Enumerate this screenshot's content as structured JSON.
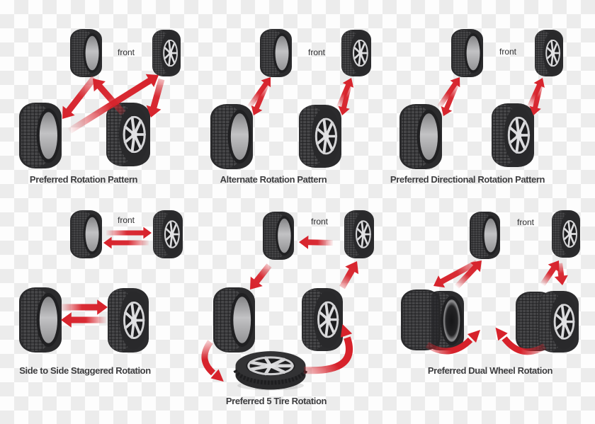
{
  "colors": {
    "arrow_red": "#d7222b",
    "caption_text": "#3d3d3f",
    "front_text": "#2e2e30",
    "checker_light": "#fdfdfd",
    "checker_dark": "#ececec",
    "tire_body": "#2b2b2d",
    "wheel_silver": "#dcdcde"
  },
  "front_label": "front",
  "diagrams": [
    {
      "id": "preferred-rotation-pattern",
      "caption": "Preferred Rotation Pattern",
      "front": "front"
    },
    {
      "id": "alternate-rotation-pattern",
      "caption": "Alternate Rotation Pattern",
      "front": "front"
    },
    {
      "id": "preferred-directional-rotation-pattern",
      "caption": "Preferred Directional Rotation Pattern",
      "front": "front"
    },
    {
      "id": "side-to-side-staggered-rotation",
      "caption": "Side to Side Staggered Rotation",
      "front": "front"
    },
    {
      "id": "preferred-5-tire-rotation",
      "caption": "Preferred 5 Tire Rotation",
      "front": "front"
    },
    {
      "id": "preferred-dual-wheel-rotation",
      "caption": "Preferred Dual Wheel Rotation",
      "front": "front"
    }
  ]
}
